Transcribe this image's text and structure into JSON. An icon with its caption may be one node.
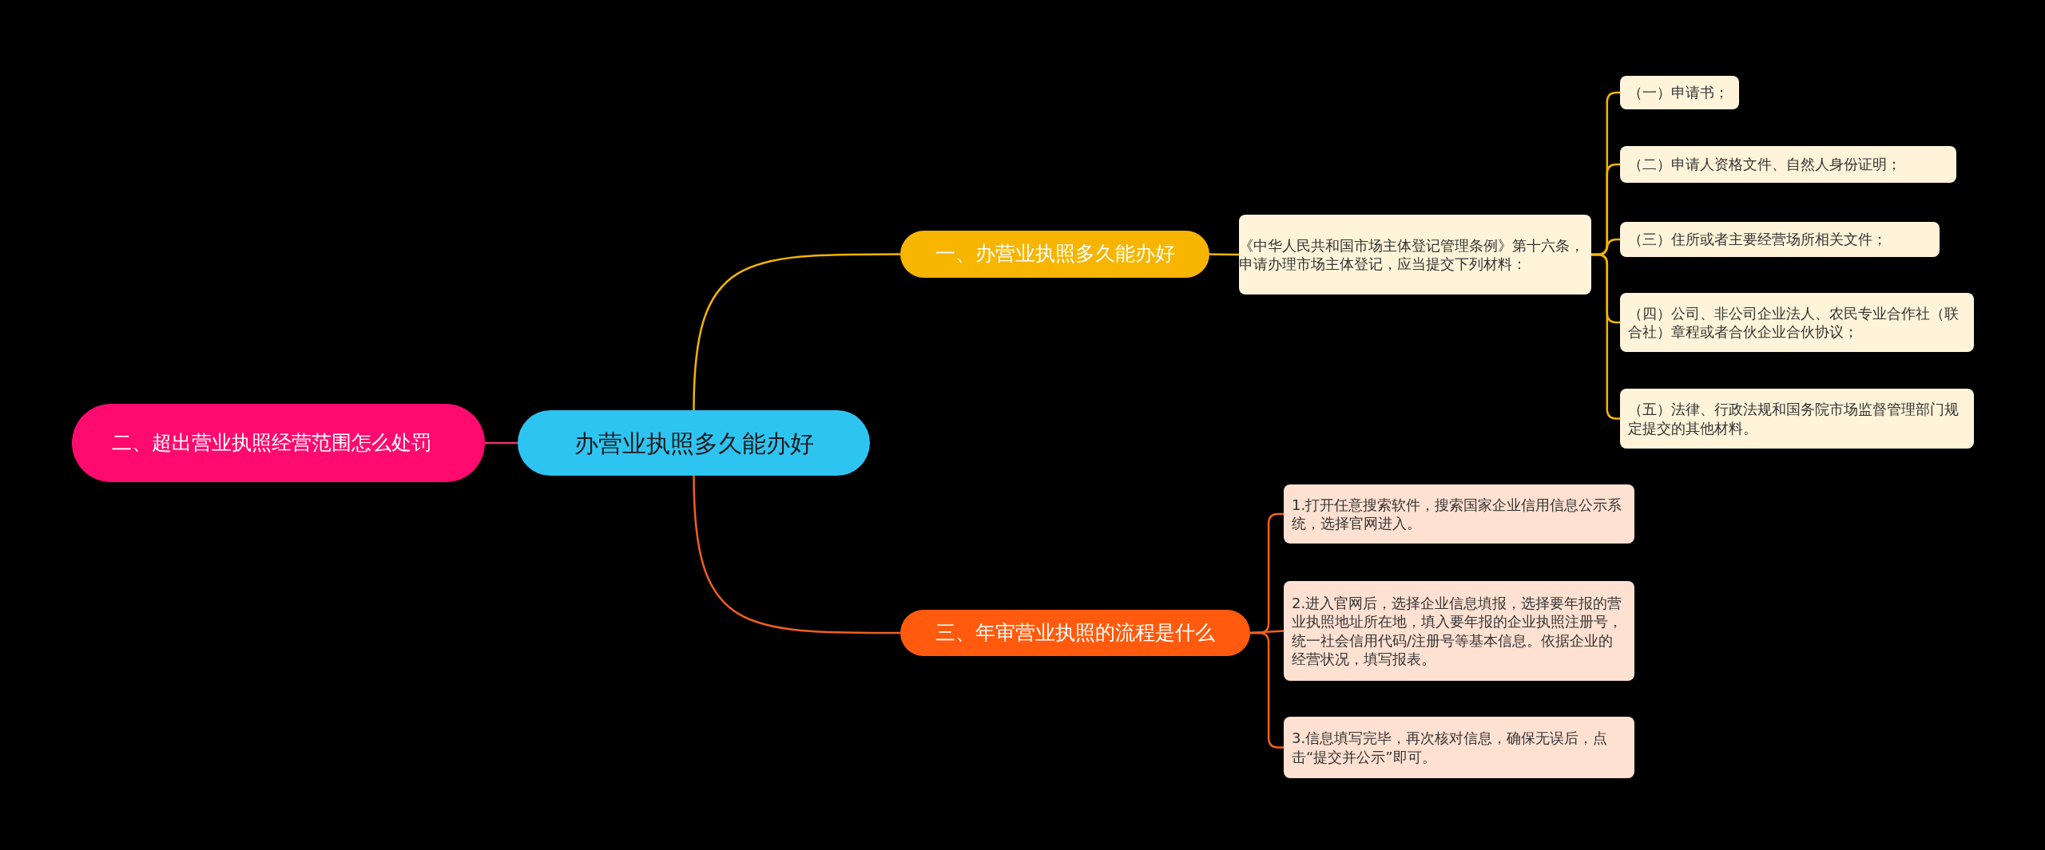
{
  "diagram": {
    "nodes": [
      {
        "text": [
          "办营业执照多久能办好"
        ]
      },
      {
        "text": [
          "一、办营业执照多久能办好"
        ]
      },
      {
        "text": [
          "《中华人民共和国市场主体登记管理条例》第十六条，申请办理市场主体登记，应当提交下列材料："
        ]
      },
      {
        "text": [
          "（一）申请书；"
        ]
      },
      {
        "text": [
          "（二）申请人资格文件、自然人身份证明；"
        ]
      },
      {
        "text": [
          "（三）住所或者主要经营场所相关文件；"
        ]
      },
      {
        "text": [
          "（四）公司、非公司企业法人、农民专业合作社（联合社）章程或者合伙企业合伙协议；"
        ]
      },
      {
        "text": [
          "（五）法律、行政法规和国务院市场监督管理部门规定提交的其他材料。"
        ]
      },
      {
        "text": [
          "三、年审营业执照的流程是什么"
        ]
      },
      {
        "text": [
          "1.打开任意搜索软件，搜索国家企业信用信息公示系统，选择官网进入。"
        ]
      },
      {
        "text": [
          "2.进入官网后，选择企业信息填报，选择要年报的营业执照地址所在地，填入要年报的企业执照注册号，统一社会信用代码/注册号等基本信息。依据企业的经营状况，填写报表。"
        ]
      },
      {
        "text": [
          "3.信息填写完毕，再次核对信息，确保无误后，点击“提交并公示”即可。"
        ]
      },
      {
        "text": [
          "二、超出营业执照经营范围怎么处罚"
        ]
      }
    ],
    "edges": [
      {
        "from": 0,
        "to": 1,
        "arrow": "none"
      },
      {
        "from": 1,
        "to": 2,
        "arrow": "none"
      },
      {
        "from": 2,
        "to": 3,
        "arrow": "none"
      },
      {
        "from": 2,
        "to": 4,
        "arrow": "none"
      },
      {
        "from": 2,
        "to": 5,
        "arrow": "none"
      },
      {
        "from": 2,
        "to": 6,
        "arrow": "none"
      },
      {
        "from": 2,
        "to": 7,
        "arrow": "none"
      },
      {
        "from": 0,
        "to": 8,
        "arrow": "none",
        "color": "#f0601e"
      },
      {
        "from": 8,
        "to": 9,
        "arrow": "none",
        "color": "#f0601e"
      },
      {
        "from": 8,
        "to": 10,
        "arrow": "none",
        "color": "#f0601e"
      },
      {
        "from": 8,
        "to": 11,
        "arrow": "none",
        "color": "#f0601e"
      },
      {
        "from": 0,
        "to": 12,
        "arrow": "none",
        "color": "#e8336f"
      }
    ]
  }
}
